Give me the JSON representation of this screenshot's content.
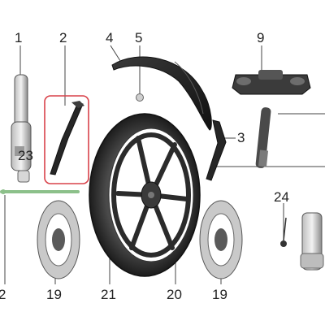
{
  "diagram": {
    "callouts": [
      {
        "id": "c1",
        "label": "1"
      },
      {
        "id": "c2",
        "label": "2"
      },
      {
        "id": "c4",
        "label": "4"
      },
      {
        "id": "c5",
        "label": "5"
      },
      {
        "id": "c9",
        "label": "9"
      },
      {
        "id": "c3",
        "label": "3"
      },
      {
        "id": "c23",
        "label": "23"
      },
      {
        "id": "c24",
        "label": "24"
      },
      {
        "id": "c19a",
        "label": "19"
      },
      {
        "id": "c21",
        "label": "21"
      },
      {
        "id": "c20",
        "label": "20"
      },
      {
        "id": "c19b",
        "label": "19"
      },
      {
        "id": "c21edge",
        "label": "2"
      }
    ],
    "highlight_color": "#d9424a",
    "part_color": "#2b2b2b",
    "axle_color": "#8cc08a"
  }
}
